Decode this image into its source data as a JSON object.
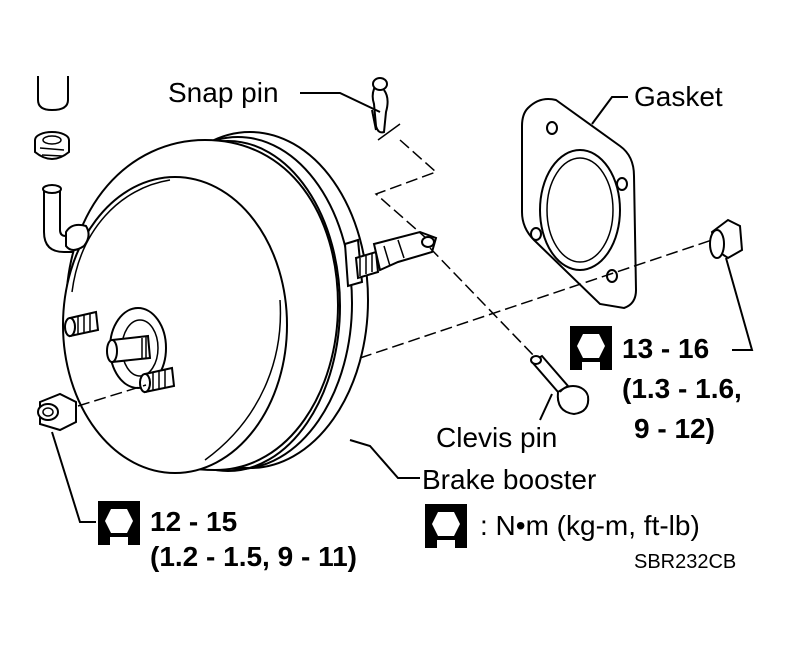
{
  "labels": {
    "snap_pin": "Snap pin",
    "gasket": "Gasket",
    "clevis_pin": "Clevis pin",
    "brake_booster": "Brake booster"
  },
  "torque_right": {
    "line1": "13 - 16",
    "line2": "(1.3 - 1.6,",
    "line3": "9 - 12)"
  },
  "torque_left": {
    "line1": "12 - 15",
    "line2": "(1.2 - 1.5, 9 - 11)"
  },
  "legend": {
    "text": ": N•m (kg-m, ft-lb)",
    "icon": "torque-wrench-icon"
  },
  "figure_code": "SBR232CB"
}
